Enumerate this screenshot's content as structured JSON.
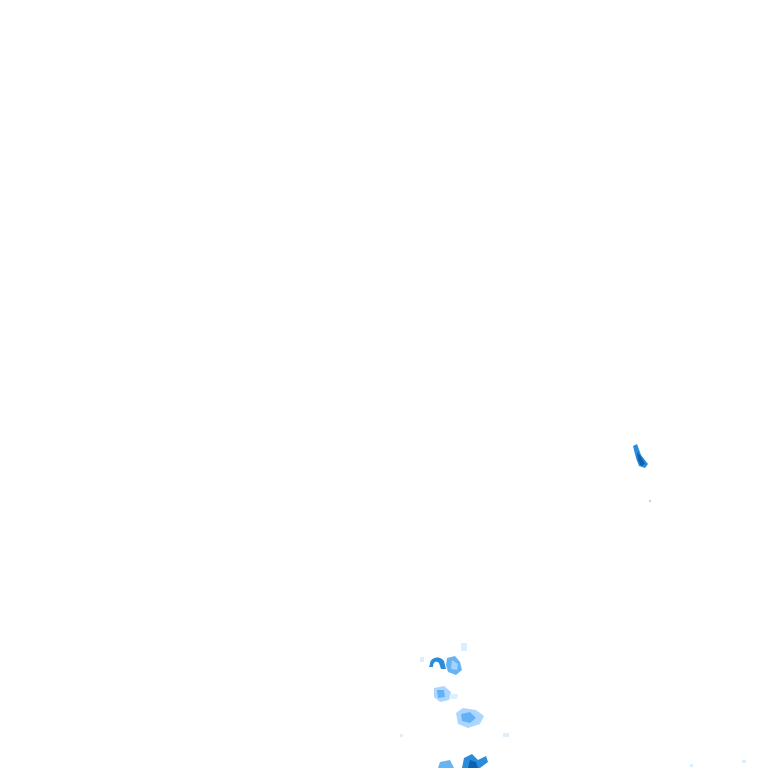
{
  "map": {
    "background_color": "#ffffff",
    "palette": {
      "very_light": "#d6ecff",
      "light": "#a9d4ff",
      "medium": "#5fb0f2",
      "strong": "#1f86d9",
      "dark": "#0b5fae"
    },
    "echo_intensity_levels": [
      "very_light",
      "light",
      "medium",
      "strong",
      "dark"
    ]
  }
}
